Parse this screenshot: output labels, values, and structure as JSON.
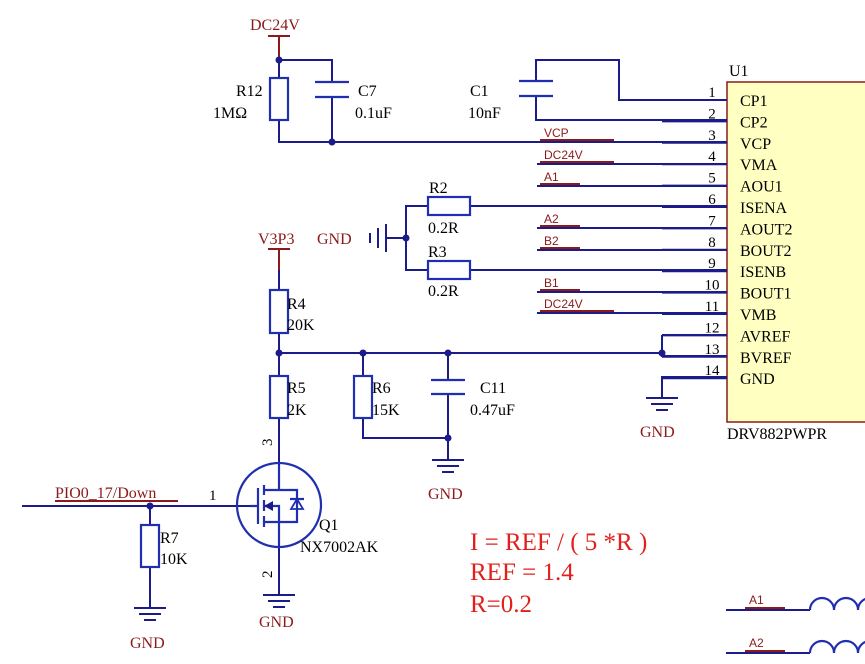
{
  "power": {
    "dc24v_top": "DC24V",
    "v3p3": "V3P3"
  },
  "gnd": {
    "label": "GND"
  },
  "components": {
    "r12": {
      "ref": "R12",
      "value": "1MΩ"
    },
    "c7": {
      "ref": "C7",
      "value": "0.1uF"
    },
    "c1": {
      "ref": "C1",
      "value": "10nF"
    },
    "r2": {
      "ref": "R2",
      "value": "0.2R"
    },
    "r3": {
      "ref": "R3",
      "value": "0.2R"
    },
    "r4": {
      "ref": "R4",
      "value": "20K"
    },
    "r5": {
      "ref": "R5",
      "value": "2K"
    },
    "r6": {
      "ref": "R6",
      "value": "15K"
    },
    "c11": {
      "ref": "C11",
      "value": "0.47uF"
    },
    "r7": {
      "ref": "R7",
      "value": "10K"
    },
    "q1": {
      "ref": "Q1",
      "value": "NX7002AK",
      "pin_gate": "1",
      "pin_drain": "3",
      "pin_source": "2"
    }
  },
  "net_labels": {
    "vcp": "VCP",
    "dc24v_1": "DC24V",
    "a1": "A1",
    "a2": "A2",
    "b2": "B2",
    "b1": "B1",
    "dc24v_2": "DC24V",
    "pio": "PIO0_17/Down",
    "a1_bottom": "A1",
    "a2_bottom": "A2"
  },
  "ic": {
    "ref": "U1",
    "part": "DRV882PWPR",
    "pins": [
      {
        "num": "1",
        "name": "CP1"
      },
      {
        "num": "2",
        "name": "CP2"
      },
      {
        "num": "3",
        "name": "VCP"
      },
      {
        "num": "4",
        "name": "VMA"
      },
      {
        "num": "5",
        "name": "AOU1"
      },
      {
        "num": "6",
        "name": "ISENA"
      },
      {
        "num": "7",
        "name": "AOUT2"
      },
      {
        "num": "8",
        "name": "BOUT2"
      },
      {
        "num": "9",
        "name": "ISENB"
      },
      {
        "num": "10",
        "name": "BOUT1"
      },
      {
        "num": "11",
        "name": "VMB"
      },
      {
        "num": "12",
        "name": "AVREF"
      },
      {
        "num": "13",
        "name": "BVREF"
      },
      {
        "num": "14",
        "name": "GND"
      }
    ]
  },
  "formula": {
    "line1": "I = REF / ( 5 *R )",
    "line2": "REF = 1.4",
    "line3": "R=0.2"
  }
}
